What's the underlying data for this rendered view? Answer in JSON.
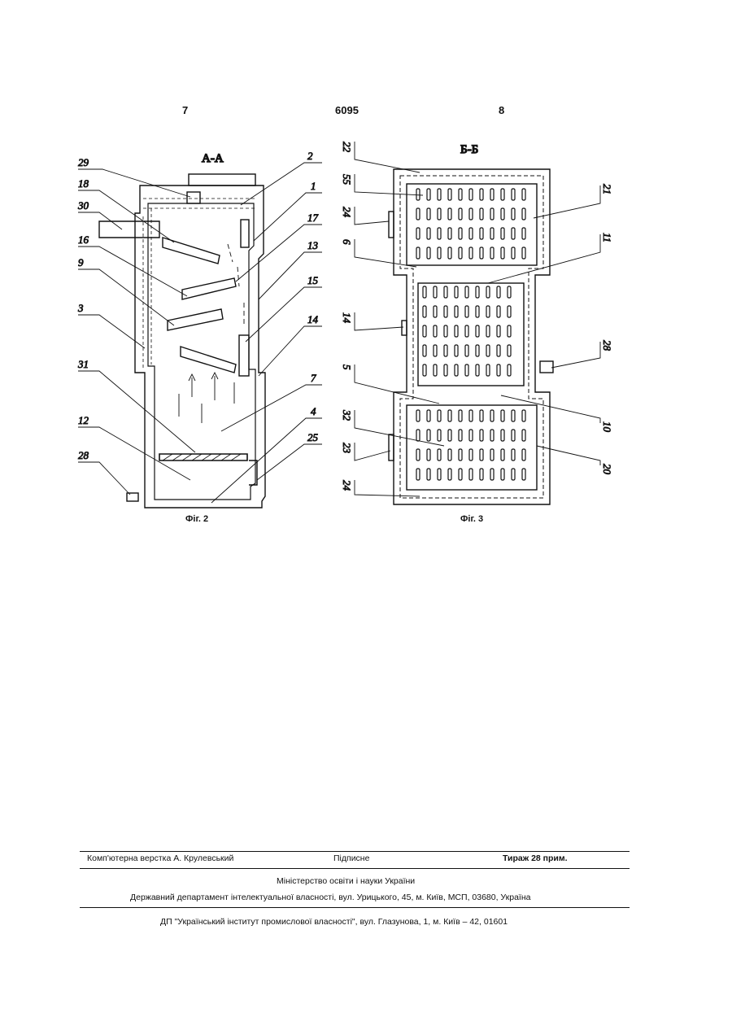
{
  "header": {
    "left_page": "7",
    "patent_number": "6095",
    "right_page": "8"
  },
  "figures": {
    "fig2": {
      "section_title": "A-A",
      "caption": "Фіг. 2",
      "labels": [
        "29",
        "18",
        "30",
        "16",
        "9",
        "3",
        "31",
        "12",
        "28",
        "2",
        "1",
        "17",
        "13",
        "15",
        "14",
        "7",
        "4",
        "25"
      ]
    },
    "fig3": {
      "section_title": "Б-Б",
      "caption": "Фіг. 3",
      "labels_left": [
        "22",
        "55",
        "24",
        "6",
        "14",
        "5",
        "32",
        "23",
        "24"
      ],
      "labels_right": [
        "21",
        "11",
        "28",
        "10",
        "20"
      ]
    }
  },
  "footer": {
    "layout": "Комп'ютерна верстка А. Крулевський",
    "signed": "Підписне",
    "circulation": "Тираж 28 прим.",
    "ministry": "Міністерство освіти і науки України",
    "department": "Державний департамент інтелектуальної власності, вул. Урицького, 45, м. Київ, МСП, 03680, Україна",
    "institute": "ДП \"Український інститут промислової власності\", вул. Глазунова, 1, м. Київ – 42, 01601"
  }
}
